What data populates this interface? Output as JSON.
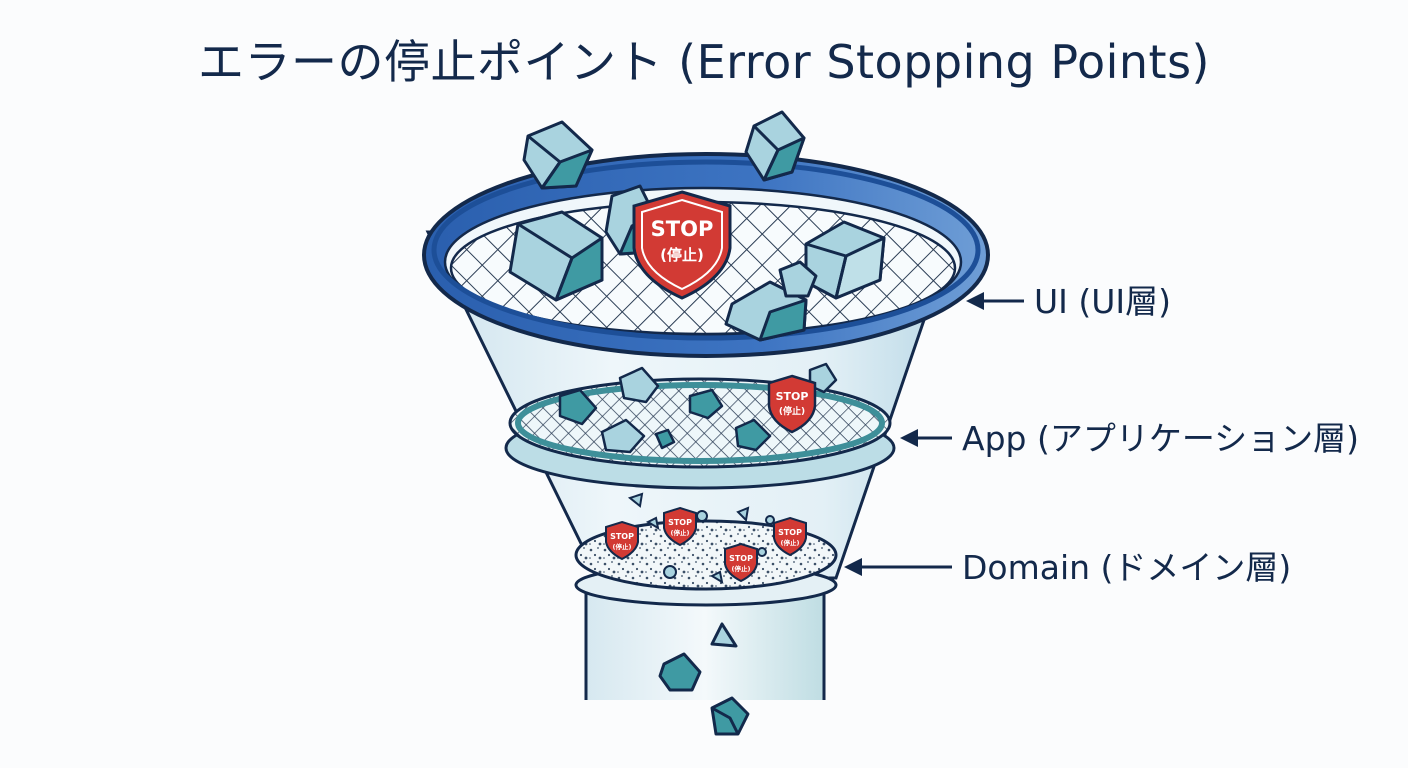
{
  "title": "エラーの停止ポイント (Error Stopping Points)",
  "colors": {
    "ink": "#13294b",
    "rim_blue": "#2f63b3",
    "funnel_glass": "#dcecf4",
    "rock_light": "#a9d3df",
    "rock_dark": "#3f9aa3",
    "stop_red": "#d23a34"
  },
  "layers": [
    {
      "id": "ui",
      "label": "UI (UI層)",
      "filter": "coarse-mesh"
    },
    {
      "id": "app",
      "label": "App (アプリケーション層)",
      "filter": "fine-mesh"
    },
    {
      "id": "domain",
      "label": "Domain (ドメイン層)",
      "filter": "sand-bed"
    }
  ],
  "stop_badge": {
    "main": "STOP",
    "sub": "(停止)"
  }
}
